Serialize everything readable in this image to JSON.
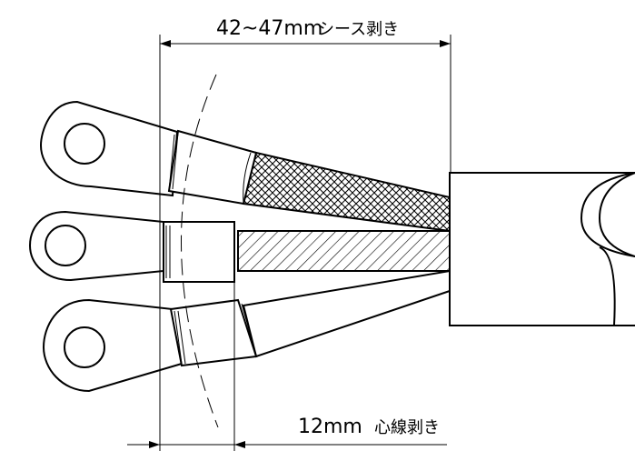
{
  "dimensions": {
    "sheath_strip": {
      "value": "42~47mm",
      "label": "シース剥き"
    },
    "core_strip": {
      "value": "12mm",
      "label": "心線剥き"
    }
  }
}
